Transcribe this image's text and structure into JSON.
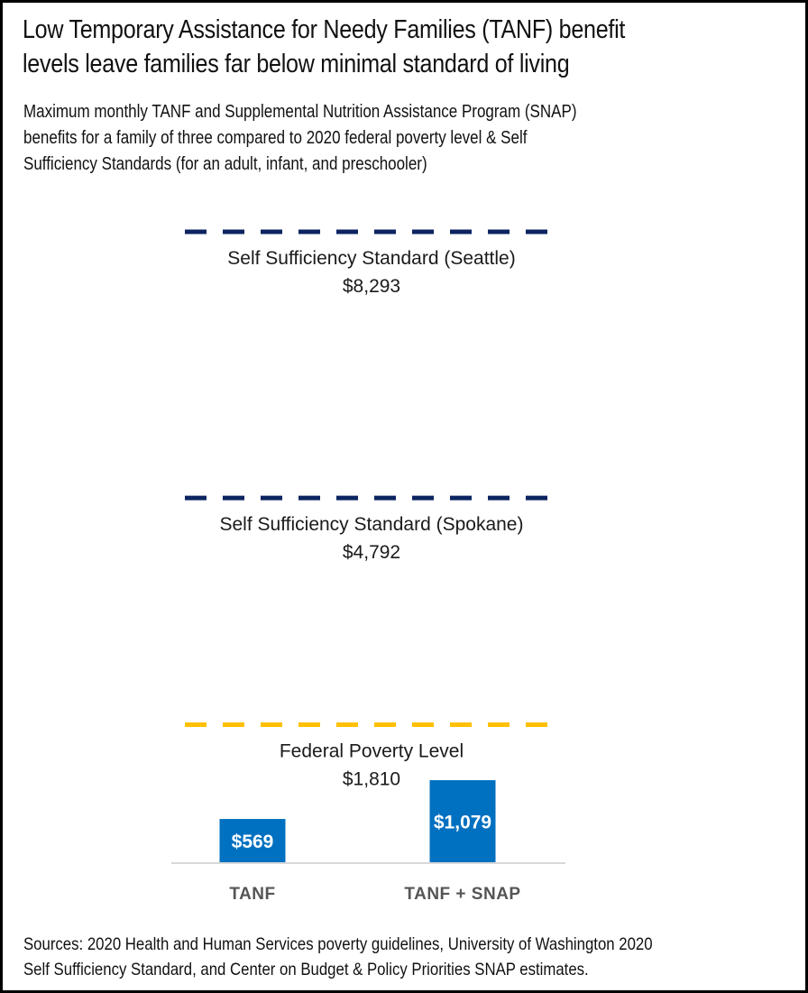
{
  "title_lines": [
    "Low Temporary Assistance for Needy Families (TANF) benefit",
    "levels leave families far below minimal standard of living"
  ],
  "subtitle_lines": [
    "Maximum monthly TANF and Supplemental Nutrition Assistance Program (SNAP)",
    "benefits for a family of three compared to 2020 federal poverty level & Self",
    "Sufficiency Standards (for an adult, infant, and preschooler)"
  ],
  "source_lines": [
    "Sources: 2020 Health and Human Services poverty guidelines, University of Washington 2020",
    "Self Sufficiency Standard, and Center on Budget & Policy Priorities SNAP estimates."
  ],
  "colors": {
    "bar": "#0070c0",
    "self_sufficiency_line": "#0c2461",
    "poverty_line": "#ffc000",
    "baseline": "#d9d9d9",
    "border": "#000000"
  },
  "chart_data": {
    "type": "bar",
    "title": "Low Temporary Assistance for Needy Families (TANF) benefit levels leave families far below minimal standard of living",
    "subtitle": "Maximum monthly TANF and Supplemental Nutrition Assistance Program (SNAP) benefits for a family of three compared to 2020 federal poverty level & Self Sufficiency Standards (for an adult, infant, and preschooler)",
    "xlabel": "",
    "ylabel": "",
    "categories": [
      "TANF",
      "TANF + SNAP"
    ],
    "values": [
      569,
      1079
    ],
    "value_labels": [
      "$569",
      "$1,079"
    ],
    "ylim": [
      0,
      8293
    ],
    "grid": false,
    "reference_lines": [
      {
        "name": "Self Sufficiency Standard (Seattle)",
        "value": 8293,
        "value_label": "$8,293",
        "color": "#0c2461",
        "style": "dashed"
      },
      {
        "name": "Self Sufficiency Standard (Spokane)",
        "value": 4792,
        "value_label": "$4,792",
        "color": "#0c2461",
        "style": "dashed"
      },
      {
        "name": "Federal Poverty Level",
        "value": 1810,
        "value_label": "$1,810",
        "color": "#ffc000",
        "style": "dashed"
      }
    ]
  }
}
